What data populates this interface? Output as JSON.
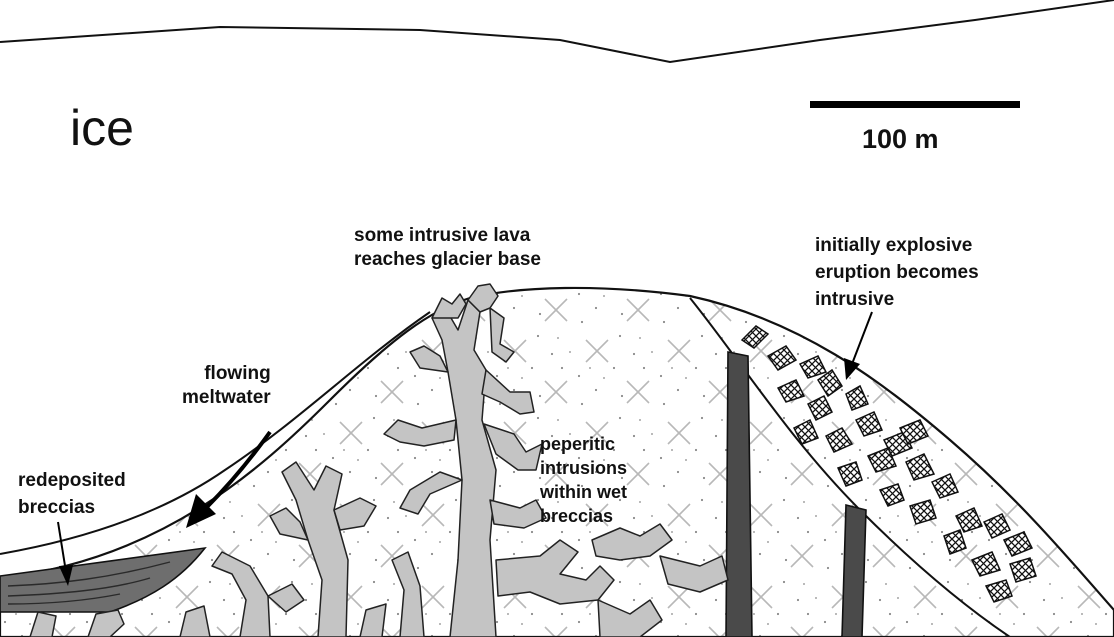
{
  "diagram": {
    "ice_label": "ice",
    "scale_bar_label": "100 m",
    "annotations": {
      "intrusive_lava": [
        "some intrusive lava",
        "reaches glacier base"
      ],
      "explosive_eruption": [
        "initially explosive",
        "eruption becomes",
        "intrusive"
      ],
      "flowing_meltwater": [
        "flowing",
        "meltwater"
      ],
      "redeposited_breccias": [
        "redeposited",
        "breccias"
      ],
      "peperitic_intrusions": [
        "peperitic",
        "intrusions",
        "within wet",
        "breccias"
      ]
    },
    "colors": {
      "outline": "#111111",
      "ice": "#ffffff",
      "breccia_fill": "#ffffff",
      "breccia_dots": "#8a8a8a",
      "breccia_crosses": "#b4b4b4",
      "intrusion_fill": "#c4c4c4",
      "dike_fill": "#4a4a4a",
      "redeposited_fill": "#6e6e6e"
    }
  }
}
